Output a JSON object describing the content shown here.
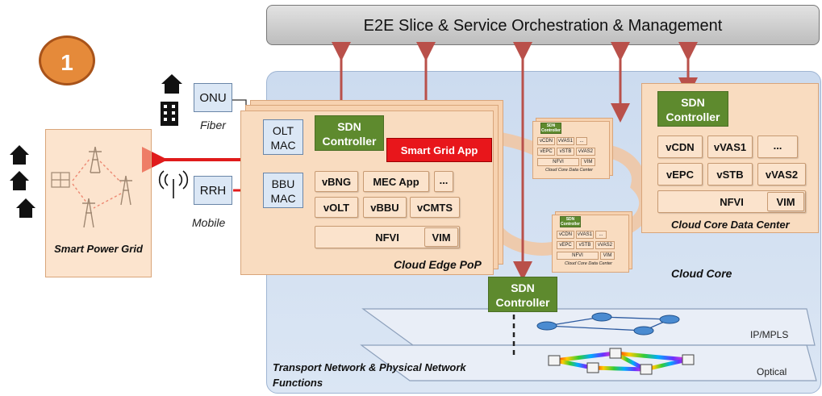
{
  "badge": "1",
  "orchestration": "E2E Slice & Service Orchestration & Management",
  "access": {
    "onu": "ONU",
    "fiber": "Fiber",
    "rrh": "RRH",
    "mobile": "Mobile"
  },
  "power_grid": {
    "title": "Smart Power Grid"
  },
  "edge": {
    "olt_mac": "OLT MAC",
    "bbu_mac": "BBU MAC",
    "sdn": "SDN Controller",
    "app": "Smart Grid App",
    "vnfs": [
      "vBNG",
      "MEC App",
      "...",
      "vOLT",
      "vBBU",
      "vCMTS"
    ],
    "nfvi": "NFVI",
    "vim": "VIM",
    "label": "Cloud Edge PoP"
  },
  "mini_dc": {
    "sdn": "SDN Controller",
    "vnfs": [
      "vCDN",
      "vVAS1",
      "...",
      "vEPC",
      "vSTB",
      "vVAS2"
    ],
    "nfvi": "NFVI",
    "vim": "VIM",
    "label": "Cloud Core Data Center"
  },
  "core_dc": {
    "sdn": "SDN Controller",
    "vnfs": [
      "vCDN",
      "vVAS1",
      "...",
      "vEPC",
      "vSTB",
      "vVAS2"
    ],
    "nfvi": "NFVI",
    "vim": "VIM",
    "label": "Cloud Core Data Center"
  },
  "cloud_core": "Cloud Core",
  "transport_sdn": "SDN Controller",
  "layers": {
    "ip": "IP/MPLS",
    "optical": "Optical"
  },
  "transport_label": "Transport Network & Physical Network Functions",
  "colors": {
    "arrow": "#b9504a",
    "red_link": "#e01b1b",
    "green": "#5e8a2e",
    "panel": "#c9d8ee"
  }
}
